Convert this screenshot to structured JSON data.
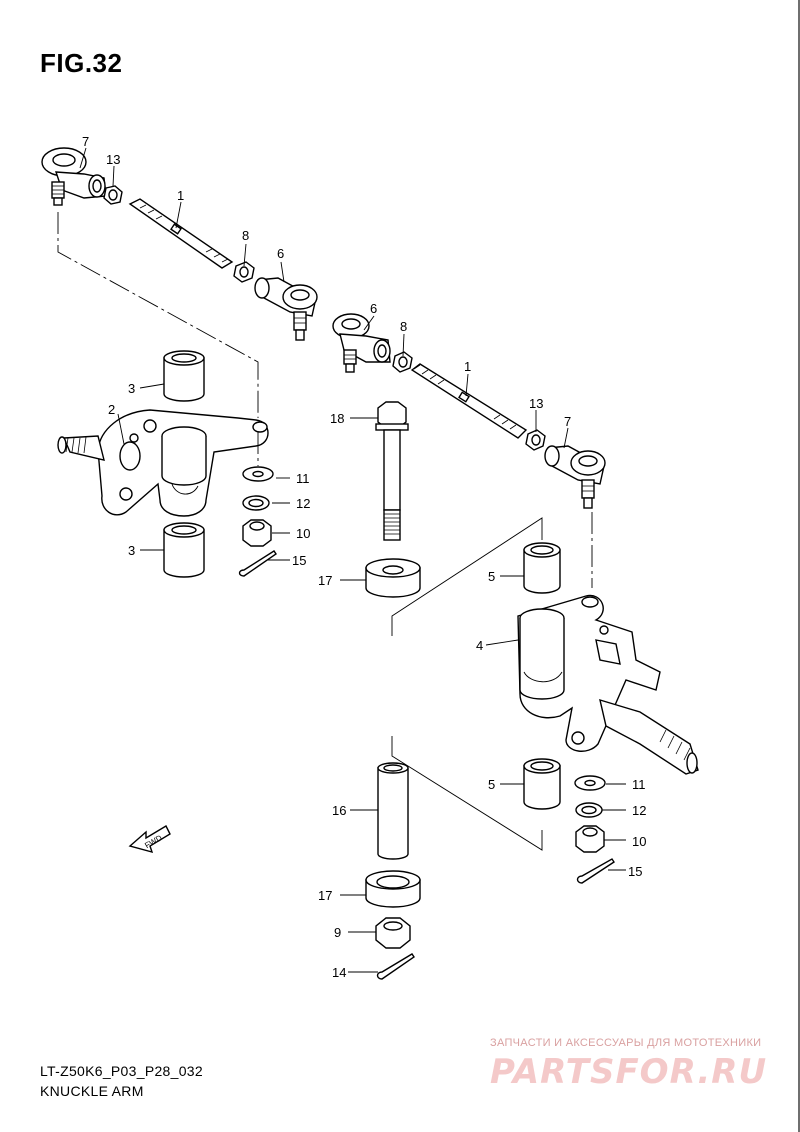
{
  "figure_label": "FIG.32",
  "model_code": "LT-Z50K6_P03_P28_032",
  "diagram_name": "KNUCKLE ARM",
  "watermark_caption": "ЗАПЧАСТИ И АКСЕССУАРЫ ДЛЯ МОТОТЕХНИКИ",
  "watermark_logo": "PARTSFOR.RU",
  "direction_arrow_label": "FWD",
  "callouts": {
    "left_tie_rod_end": "7",
    "left_nut_a": "13",
    "left_tie_rod": "1",
    "left_nut_b": "8",
    "left_tie_rod_end_b": "6",
    "right_tie_rod_end": "6",
    "right_nut_b": "8",
    "right_tie_rod": "1",
    "right_nut_a": "13",
    "right_tie_rod_end_b": "7",
    "left_bushing_upper": "3",
    "left_knuckle": "2",
    "left_washer": "11",
    "left_lock_washer": "12",
    "left_nut": "10",
    "left_bushing_lower": "3",
    "left_cotter_pin": "15",
    "bolt": "18",
    "spacer_upper": "17",
    "right_bushing_upper": "5",
    "right_knuckle": "4",
    "right_bushing_lower": "5",
    "right_washer": "11",
    "right_lock_washer": "12",
    "right_nut": "10",
    "right_cotter_pin": "15",
    "collar": "16",
    "spacer_lower": "17",
    "center_nut": "9",
    "center_cotter_pin": "14"
  },
  "colors": {
    "ink": "#000000",
    "watermark_text": "#d9a0a0",
    "watermark_logo": "#f4c9c9",
    "page_border": "#6f6f6f"
  }
}
